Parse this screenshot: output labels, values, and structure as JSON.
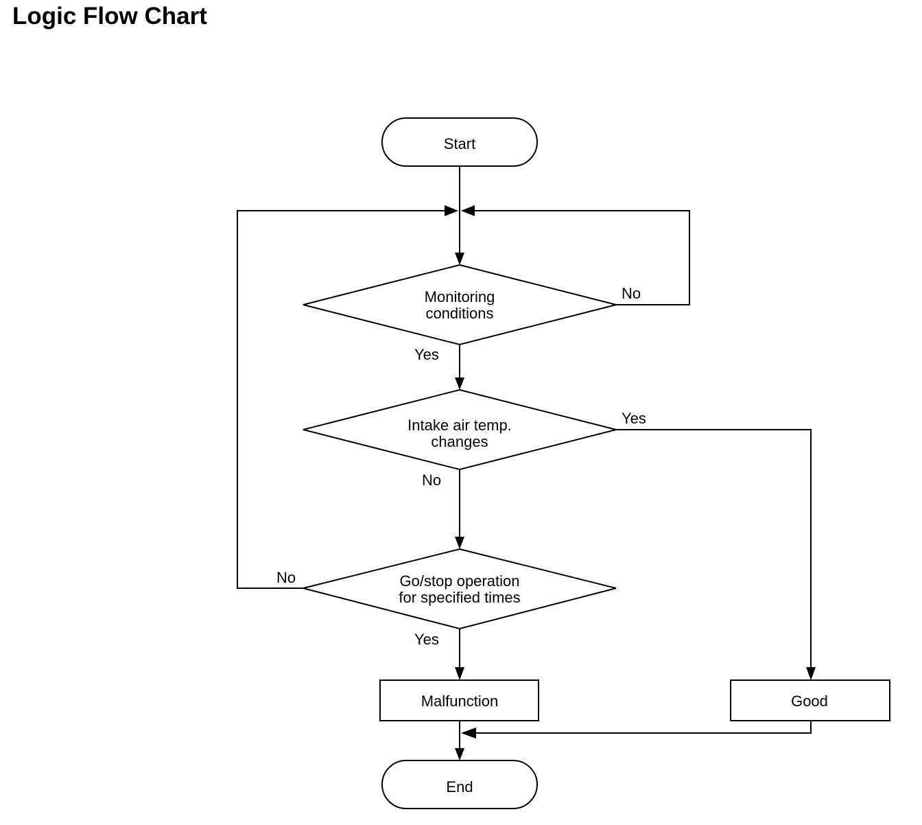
{
  "title": "Logic Flow Chart",
  "nodes": {
    "start": {
      "label": "Start"
    },
    "monitoring": {
      "line1": "Monitoring",
      "line2": "conditions"
    },
    "intake": {
      "line1": "Intake air temp.",
      "line2": "changes"
    },
    "gostop": {
      "line1": "Go/stop operation",
      "line2": "for specified times"
    },
    "malfunction": {
      "label": "Malfunction"
    },
    "good": {
      "label": "Good"
    },
    "end": {
      "label": "End"
    }
  },
  "edge_labels": {
    "monitoring_no": "No",
    "monitoring_yes": "Yes",
    "intake_yes": "Yes",
    "intake_no": "No",
    "gostop_no": "No",
    "gostop_yes": "Yes"
  }
}
